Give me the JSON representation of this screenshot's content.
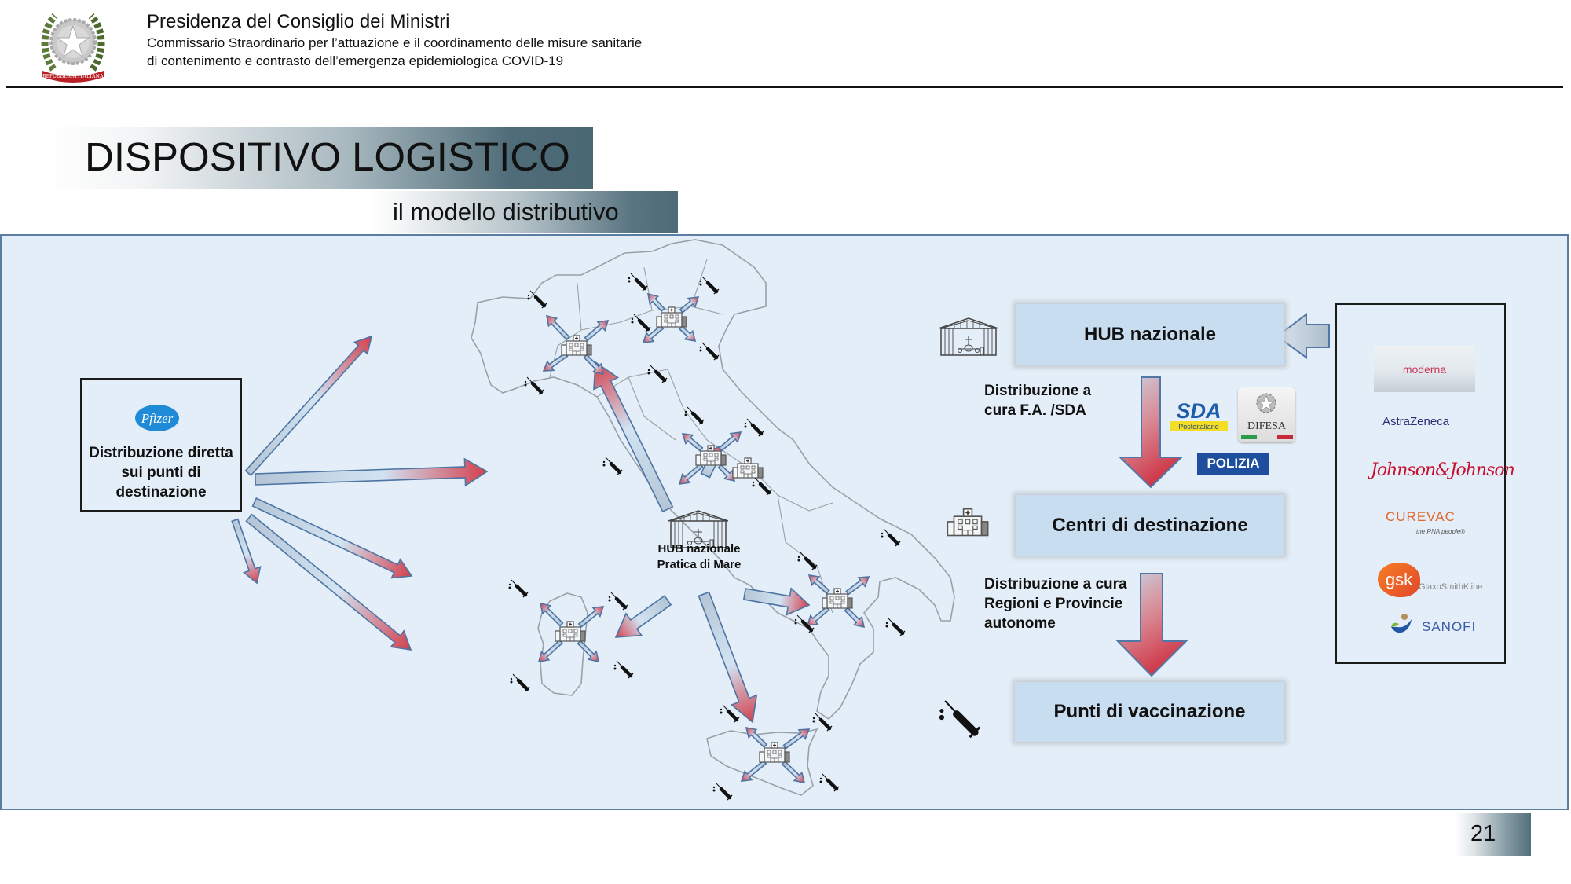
{
  "header": {
    "org_name": "Presidenza del Consiglio dei Ministri",
    "org_sub_line1": "Commissario Straordinario  per l’attuazione e il coordinamento delle misure sanitarie",
    "org_sub_line2": "di contenimento e contrasto dell’emergenza epidemiologica COVID-19",
    "emblem_icon": "italian-republic-emblem-icon",
    "emblem_ribbon_text": "REPUBBLICA ITALIANA"
  },
  "title": "DISPOSITIVO LOGISTICO",
  "subtitle": "il modello distributivo",
  "pfizer_box": {
    "logo_text": "Pfizer",
    "text": "Distribuzione diretta sui punti di destinazione"
  },
  "map": {
    "hub_label_line1": "HUB nazionale",
    "hub_label_line2": "Pratica di Mare",
    "hub_icon": "hangar-airplane-icon",
    "regional_hub_icon": "hospital-icon",
    "endpoint_icon": "syringe-icon"
  },
  "flow": {
    "hub": "HUB nazionale",
    "dist_fa_line1": "Distribuzione a",
    "dist_fa_line2": "cura F.A. /SDA",
    "centri": "Centri di destinazione",
    "dist_reg_line1": "Distribuzione a cura",
    "dist_reg_line2": "Regioni e Provincie",
    "dist_reg_line3": "autonome",
    "punti": "Punti di vaccinazione"
  },
  "carriers": {
    "sda": "SDA",
    "sda_sub": "Posteitaliane",
    "difesa": "DIFESA",
    "polizia": "POLIZIA"
  },
  "manufacturers": {
    "moderna": "moderna",
    "astrazeneca": "AstraZeneca",
    "jnj": "Johnson&Johnson",
    "curevac": "CUREVAC",
    "curevac_tag": "the RNA people®",
    "gsk_mark": "gsk",
    "gsk": "GlaxoSmithKline",
    "sanofi": "SANOFI"
  },
  "colors": {
    "panel_bg": "#e3eef8",
    "panel_border": "#5a7ea3",
    "flow_box": "#c9ddf0",
    "arrow_red": "#d0404f",
    "arrow_blue": "#b9cfe3",
    "banner_dark": "#4a6874"
  },
  "page_number": "21"
}
